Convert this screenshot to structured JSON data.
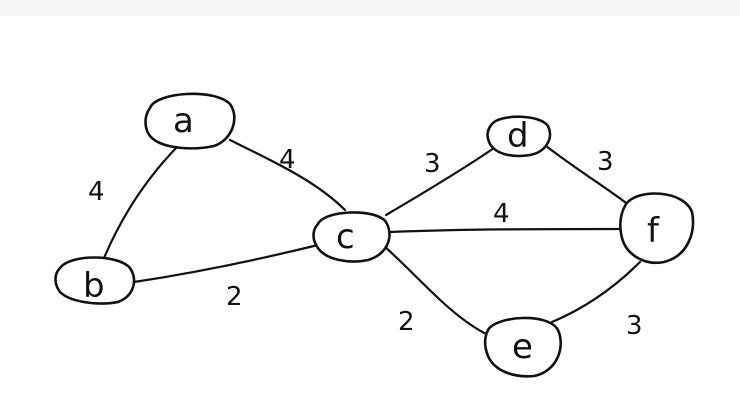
{
  "graph": {
    "nodes": [
      {
        "id": "a",
        "label": "a"
      },
      {
        "id": "b",
        "label": "b"
      },
      {
        "id": "c",
        "label": "c"
      },
      {
        "id": "d",
        "label": "d"
      },
      {
        "id": "e",
        "label": "e"
      },
      {
        "id": "f",
        "label": "f"
      }
    ],
    "edges": [
      {
        "from": "a",
        "to": "b",
        "weight": "4"
      },
      {
        "from": "a",
        "to": "c",
        "weight": "4"
      },
      {
        "from": "b",
        "to": "c",
        "weight": "2"
      },
      {
        "from": "c",
        "to": "d",
        "weight": "3"
      },
      {
        "from": "c",
        "to": "f",
        "weight": "4"
      },
      {
        "from": "c",
        "to": "e",
        "weight": "2"
      },
      {
        "from": "d",
        "to": "f",
        "weight": "3"
      },
      {
        "from": "e",
        "to": "f",
        "weight": "3"
      }
    ]
  },
  "colors": {
    "ink": "#111111",
    "background": "#ffffff",
    "top_band": "#f4f5f7"
  }
}
